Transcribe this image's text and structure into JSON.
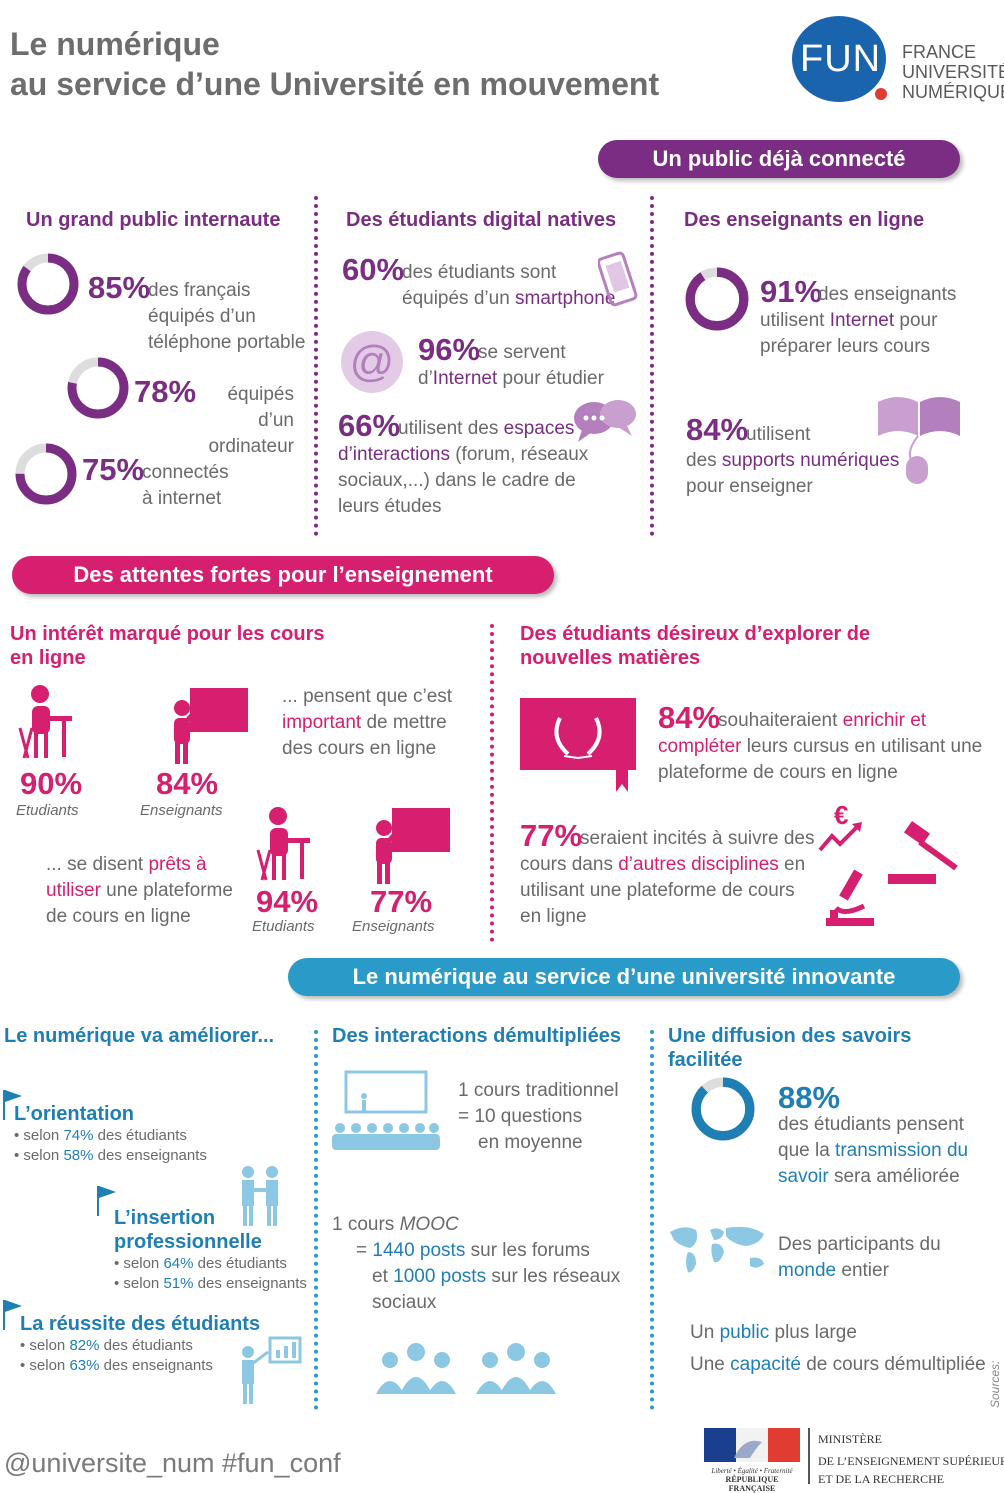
{
  "header": {
    "title_line1": "Le numérique",
    "title_line2": "au service d’une Université en mouvement",
    "logo_mark": "FUN",
    "logo_line1": "FRANCE",
    "logo_line2": "UNIVERSITÉ",
    "logo_line3": "NUMÉRIQUE"
  },
  "colors": {
    "purple": "#7a2d82",
    "pink": "#d61f6f",
    "blue": "#2a9ac8",
    "logo_blue": "#1a63ad",
    "logo_red": "#e03c31"
  },
  "section1": {
    "banner": "Un public déjà connecté",
    "col1": {
      "heading": "Un grand public internaute",
      "stats": [
        {
          "value": "85%",
          "l1": "des français",
          "l2": "équipés d’un",
          "l3": "téléphone portable",
          "fraction": 0.85
        },
        {
          "value": "78%",
          "l1": "équipés d’un",
          "l2": "ordinateur",
          "fraction": 0.78
        },
        {
          "value": "75%",
          "l1": "connectés",
          "l2": "à internet",
          "fraction": 0.75
        }
      ]
    },
    "col2": {
      "heading": "Des étudiants digital natives",
      "s1_value": "60%",
      "s1_l1": "des étudiants sont",
      "s1_l2a": "équipés d’un ",
      "s1_l2b": "smartphone",
      "s2_value": "96%",
      "s2_l1": "se servent",
      "s2_l2a": "d’",
      "s2_l2b": "Internet",
      "s2_l2c": " pour étudier",
      "s3_value": "66%",
      "s3_l1a": "utilisent des ",
      "s3_l1b": "espaces",
      "s3_l2a": "d’interactions",
      "s3_l2b": " (forum, réseaux",
      "s3_l3": "sociaux,...) dans le cadre de",
      "s3_l4": "leurs études",
      "at_symbol": "@"
    },
    "col3": {
      "heading": "Des enseignants en ligne",
      "s1_value": "91%",
      "s1_l1": "des enseignants",
      "s1_l2a": "utilisent ",
      "s1_l2b": "Internet",
      "s1_l2c": " pour",
      "s1_l3": "préparer leurs cours",
      "s1_fraction": 0.91,
      "s2_value": "84%",
      "s2_l1": "utilisent",
      "s2_l2a": "des ",
      "s2_l2b": "supports numériques",
      "s2_l3": "pour enseigner"
    }
  },
  "section2": {
    "banner": "Des attentes fortes pour l’enseignement",
    "col1": {
      "heading_l1": "Un intérêt marqué pour les cours",
      "heading_l2": "en ligne",
      "p1_value": "90%",
      "p1_label": "Etudiants",
      "p2_value": "84%",
      "p2_label": "Enseignants",
      "q1_l1": "... pensent que c’est",
      "q1_l2a": "important",
      "q1_l2b": " de mettre",
      "q1_l3": "des cours en ligne",
      "q2_l1a": "... se disent ",
      "q2_l1b": "prêts à",
      "q2_l2a": "utiliser",
      "q2_l2b": " une plateforme",
      "q2_l3": "de cours en ligne",
      "p3_value": "94%",
      "p3_label": "Etudiants",
      "p4_value": "77%",
      "p4_label": "Enseignants"
    },
    "col2": {
      "heading_l1": "Des étudiants désireux d’explorer de",
      "heading_l2": "nouvelles matières",
      "s1_value": "84%",
      "s1_l1a": "souhaiteraient ",
      "s1_l1b": "enrichir et",
      "s1_l2a": "compléter",
      "s1_l2b": " leurs cursus en utilisant une",
      "s1_l3": "plateforme de cours en ligne",
      "s2_value": "77%",
      "s2_l1": "seraient incités à suivre des",
      "s2_l2a": "cours dans ",
      "s2_l2b": "d’autres disciplines",
      "s2_l2c": " en",
      "s2_l3": "utilisant une plateforme de cours",
      "s2_l4": "en ligne",
      "euro": "€"
    }
  },
  "section3": {
    "banner": "Le numérique au service d’une université innovante",
    "col1": {
      "heading": "Le numérique va améliorer...",
      "i1_title": "L’orientation",
      "i1_b1a": "• selon ",
      "i1_b1b": "74%",
      "i1_b1c": "  des étudiants",
      "i1_b2a": "• selon ",
      "i1_b2b": "58%",
      "i1_b2c": " des enseignants",
      "i2_title_l1": "L’insertion",
      "i2_title_l2": "professionnelle",
      "i2_b1a": "• selon ",
      "i2_b1b": "64%",
      "i2_b1c": " des étudiants",
      "i2_b2a": "• selon ",
      "i2_b2b": "51%",
      "i2_b2c": " des enseignants",
      "i3_title": "La réussite des étudiants",
      "i3_b1a": "• selon ",
      "i3_b1b": "82%",
      "i3_b1c": " des étudiants",
      "i3_b2a": "• selon ",
      "i3_b2b": "63%",
      "i3_b2c": " des enseignants"
    },
    "col2": {
      "heading": "Des interactions démultipliées",
      "t1_l1": "1 cours traditionnel",
      "t1_l2": "= 10 questions",
      "t1_l3": "en moyenne",
      "t2_l1a": "1 cours ",
      "t2_l1b": "MOOC",
      "t2_l2a": "= ",
      "t2_l2b": "1440 posts",
      "t2_l2c": " sur les forums",
      "t2_l3a": "et ",
      "t2_l3b": "1000 posts",
      "t2_l3c": " sur les réseaux",
      "t2_l4": "sociaux"
    },
    "col3": {
      "heading_l1": "Une diffusion des savoirs",
      "heading_l2": "facilitée",
      "s1_value": "88%",
      "s1_fraction": 0.88,
      "s1_l1": "des étudiants pensent",
      "s1_l2a": "que la ",
      "s1_l2b": "transmission du",
      "s1_l3a": "savoir",
      "s1_l3b": " sera améliorée",
      "w_l1": "Des participants du",
      "w_l2a": "monde",
      "w_l2b": " entier",
      "p1a": "Un ",
      "p1b": "public",
      "p1c": " plus large",
      "p2a": "Une ",
      "p2b": "capacité",
      "p2c": " de cours démultipliée"
    }
  },
  "footer": {
    "handle": "@universite_num   #fun_conf",
    "sources": "Sources:",
    "motto": "Liberté • Égalité • Fraternité",
    "republic": "RÉPUBLIQUE FRANÇAISE",
    "ministry_l1": "MINISTÈRE",
    "ministry_l2": "DE L’ENSEIGNEMENT SUPÉRIEUR",
    "ministry_l3": "ET DE LA RECHERCHE"
  }
}
